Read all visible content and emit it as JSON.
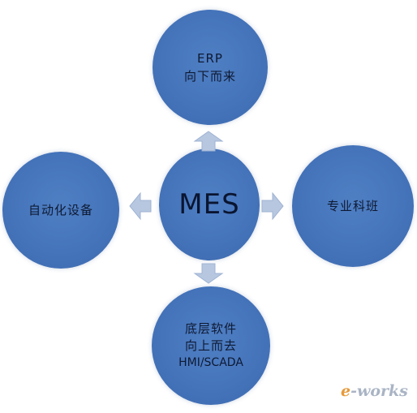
{
  "diagram": {
    "center": "MES",
    "top": {
      "line1": "ERP",
      "line2": "向下而来"
    },
    "left": "自动化设备",
    "right": "专业科班",
    "bottom": {
      "line1": "底层软件",
      "line2": "向上而去",
      "line3": "HMI/SCADA"
    }
  },
  "colors": {
    "circle": "#4574bb",
    "arrow": "#b7c7e0",
    "text": "#0e1a33"
  },
  "watermark": {
    "prefix": "e",
    "rest": "-works"
  }
}
